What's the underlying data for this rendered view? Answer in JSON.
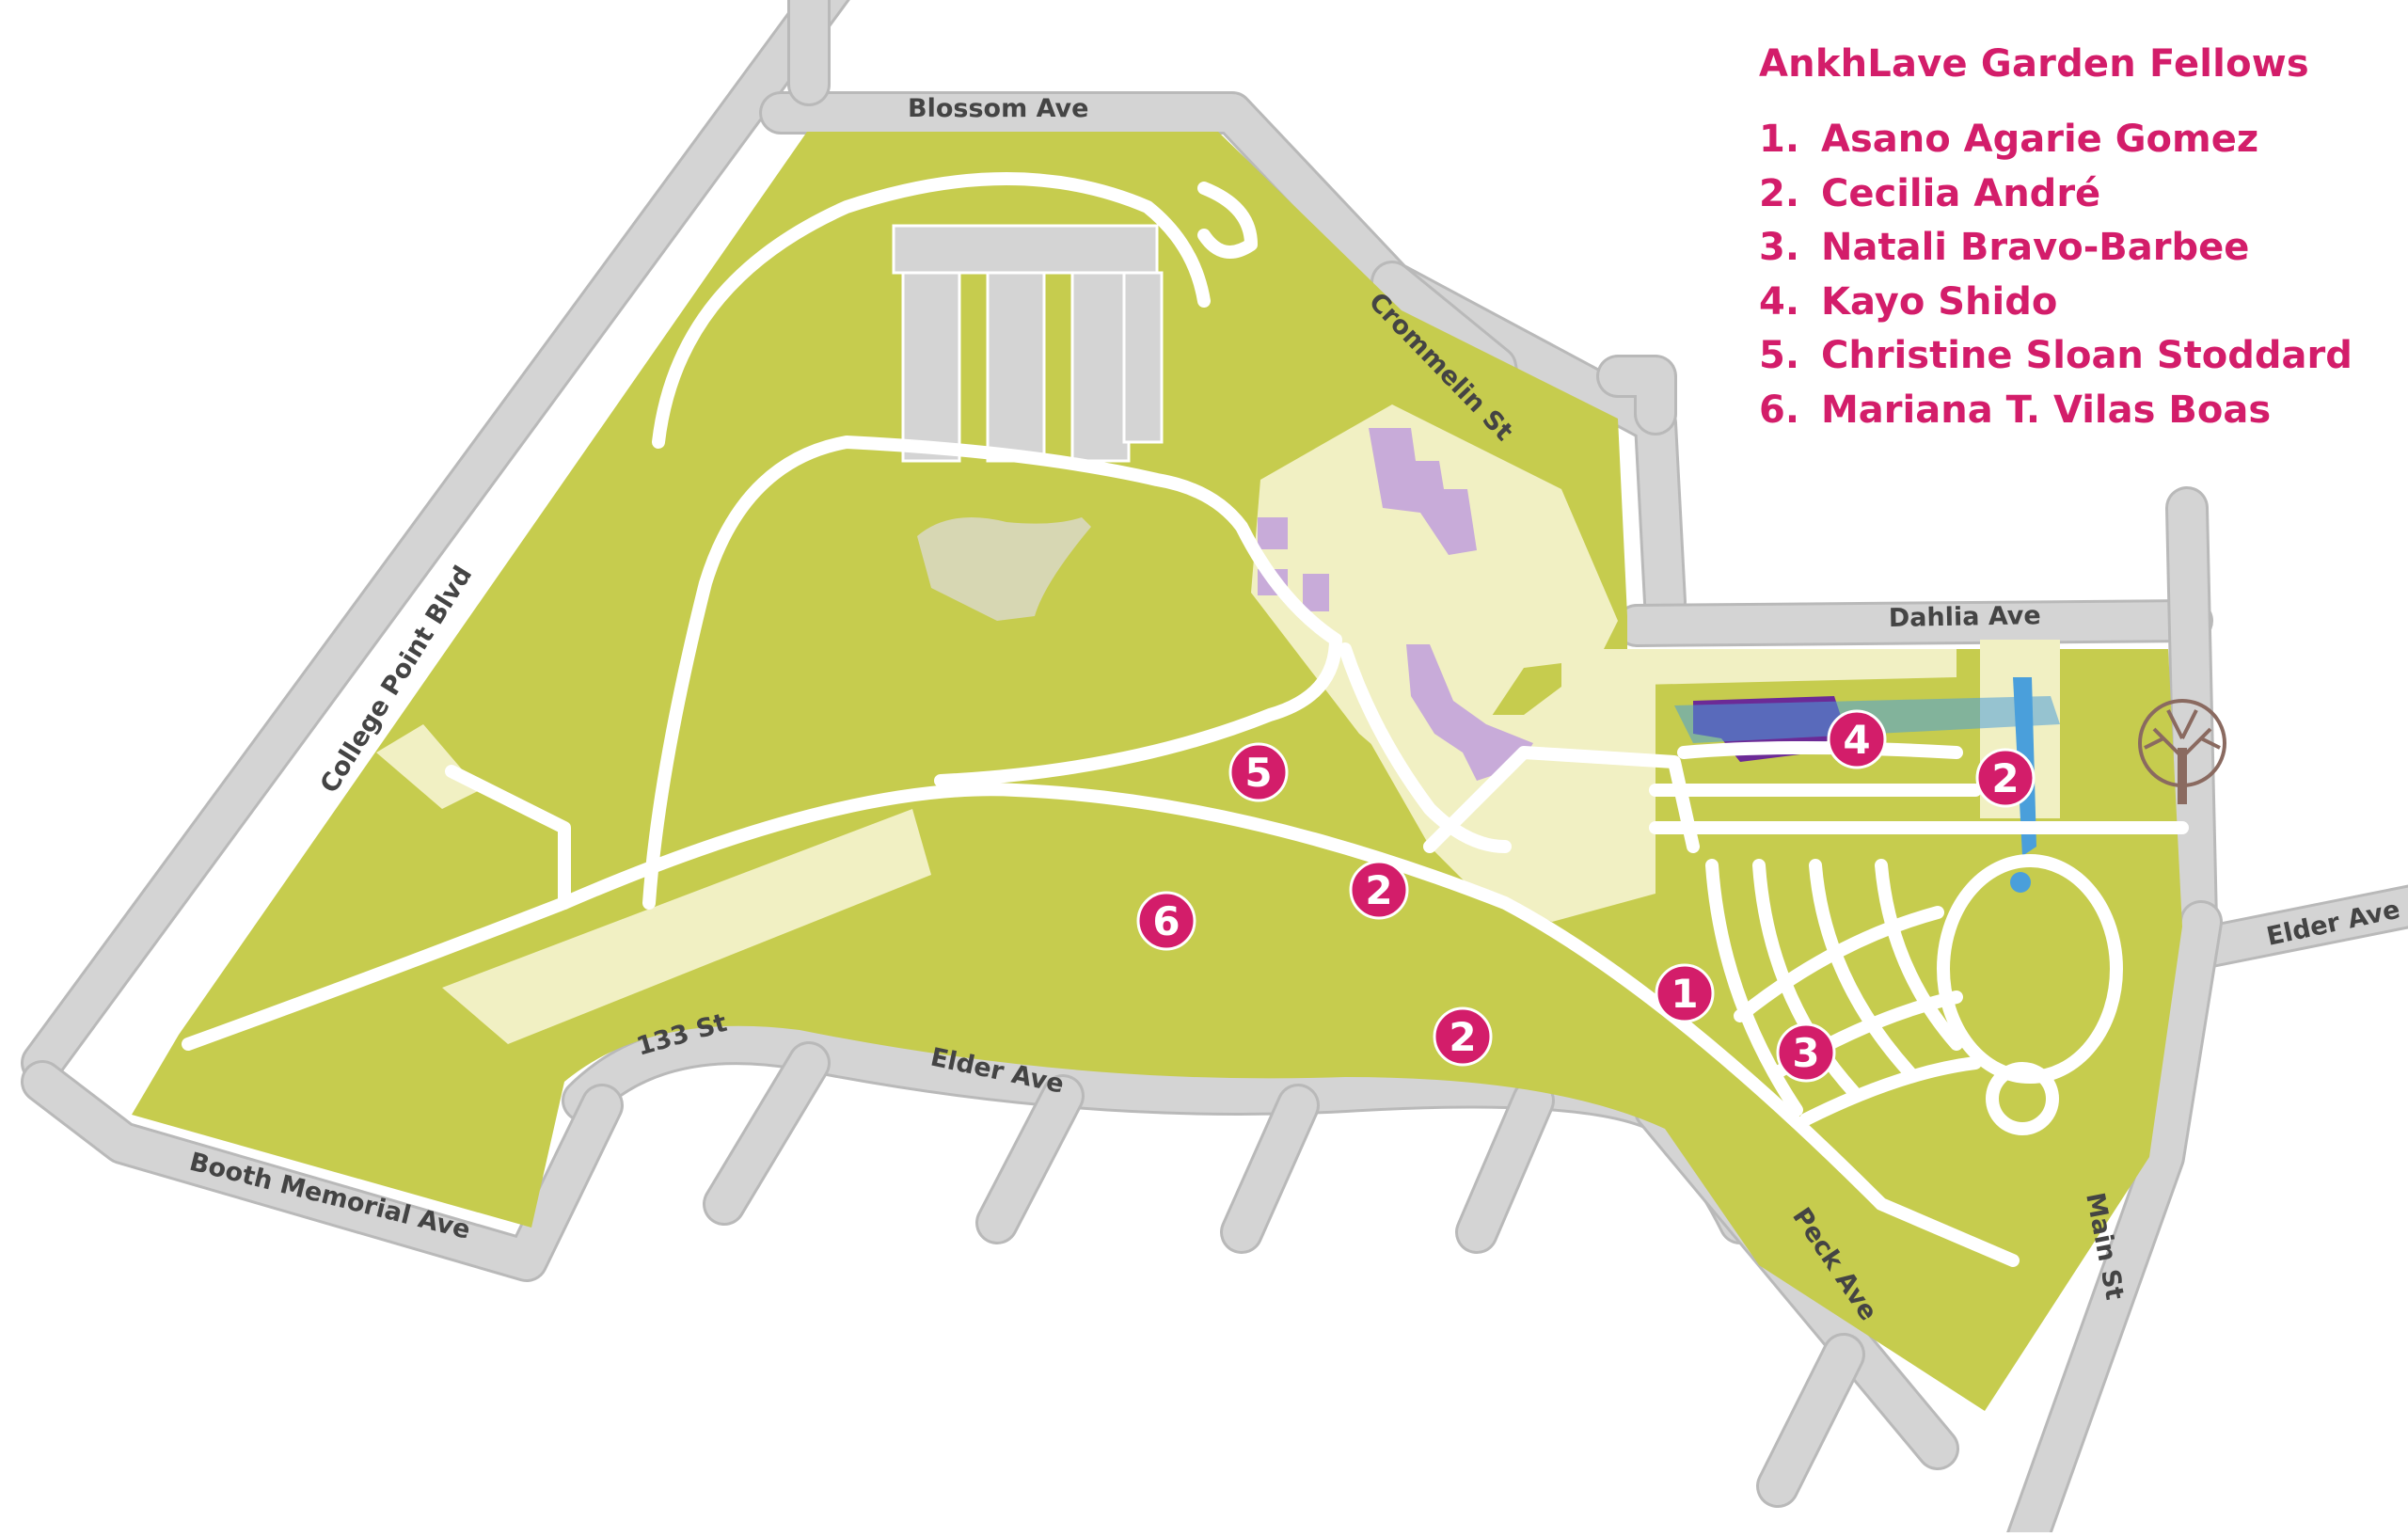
{
  "map": {
    "colors": {
      "park": "#c6cc4e",
      "road": "#d4d4d4",
      "road_edge": "#b9b9b9",
      "path": "#ffffff",
      "plaza": "#f1f0c3",
      "building": "#c8abd9",
      "building_dark": "#6c2a96",
      "water": "#4a9fdb",
      "marker": "#d31d6a",
      "accent_text": "#d31d6a",
      "tree": "#8a6a60"
    },
    "streets": {
      "blossom": "Blossom Ave",
      "crommelin": "Crommelin St",
      "dahlia": "Dahlia Ave",
      "college_point": "College Point Blvd",
      "elder_east": "Elder Ave",
      "elder_south": "Elder Ave",
      "st133": "133 St",
      "booth": "Booth Memorial Ave",
      "peck": "Peck Ave",
      "main": "Main St"
    },
    "markers": [
      {
        "id": "marker-5",
        "label": "5"
      },
      {
        "id": "marker-4",
        "label": "4"
      },
      {
        "id": "marker-2-east",
        "label": "2"
      },
      {
        "id": "marker-2-center",
        "label": "2"
      },
      {
        "id": "marker-6",
        "label": "6"
      },
      {
        "id": "marker-1",
        "label": "1"
      },
      {
        "id": "marker-3",
        "label": "3"
      },
      {
        "id": "marker-2-south",
        "label": "2"
      }
    ],
    "tree_icon": "tree-icon"
  },
  "legend": {
    "title": "AnkhLave Garden Fellows",
    "items": [
      {
        "number": "1.",
        "name": "Asano Agarie Gomez"
      },
      {
        "number": "2.",
        "name": "Cecilia André"
      },
      {
        "number": "3.",
        "name": "Natali Bravo-Barbee"
      },
      {
        "number": "4.",
        "name": "Kayo Shido"
      },
      {
        "number": "5.",
        "name": "Christine Sloan Stoddard"
      },
      {
        "number": "6.",
        "name": "Mariana T. Vilas Boas"
      }
    ]
  }
}
